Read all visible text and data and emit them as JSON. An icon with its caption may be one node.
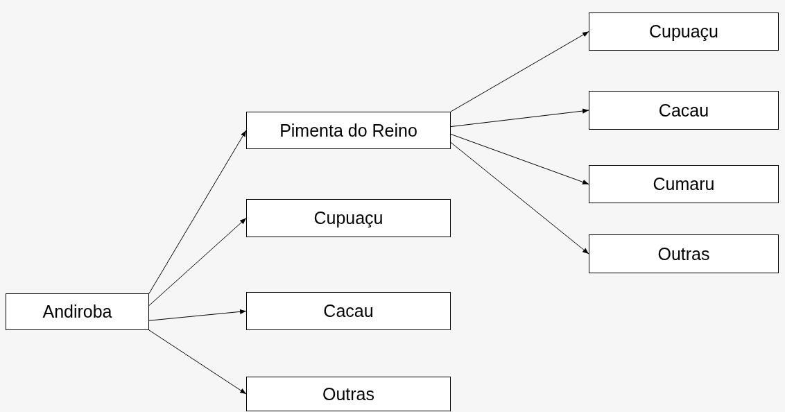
{
  "diagram": {
    "nodes": [
      {
        "text": [
          "Andiroba"
        ]
      },
      {
        "text": [
          "Pimenta do Reino"
        ]
      },
      {
        "text": [
          "Cupuaçu"
        ]
      },
      {
        "text": [
          "Cacau"
        ]
      },
      {
        "text": [
          "Outras"
        ]
      },
      {
        "text": [
          "Cupuaçu"
        ]
      },
      {
        "text": [
          "Cacau"
        ]
      },
      {
        "text": [
          "Cumaru"
        ]
      },
      {
        "text": [
          "Outras"
        ]
      }
    ],
    "edges": [
      {
        "from": 0,
        "to": 1,
        "arrow": "to"
      },
      {
        "from": 0,
        "to": 2,
        "arrow": "to"
      },
      {
        "from": 0,
        "to": 3,
        "arrow": "to"
      },
      {
        "from": 0,
        "to": 4,
        "arrow": "to"
      },
      {
        "from": 1,
        "to": 5,
        "arrow": "to"
      },
      {
        "from": 1,
        "to": 6,
        "arrow": "to"
      },
      {
        "from": 1,
        "to": 7,
        "arrow": "to"
      },
      {
        "from": 1,
        "to": 8,
        "arrow": "to"
      }
    ]
  }
}
